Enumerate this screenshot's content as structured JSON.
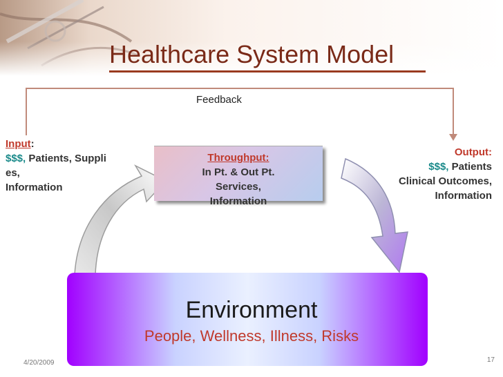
{
  "title": "Healthcare System Model",
  "feedback_label": "Feedback",
  "input": {
    "label": "Input",
    "colon": ":",
    "money": "$$$,",
    "rest_line1": " Patients, Suppli",
    "line2": "es,",
    "line3": "Information"
  },
  "throughput": {
    "label": "Throughput:",
    "line1": "In Pt. & Out Pt.",
    "line2": "Services,",
    "line3": "Information"
  },
  "output": {
    "label": "Output:",
    "money": "$$$,",
    "rest_line1": " Patients",
    "line2": "Clinical Outcomes,",
    "line3": "Information"
  },
  "environment": {
    "title": "Environment",
    "subtitle": "People, Wellness, Illness, Risks"
  },
  "footer": {
    "date": "4/20/2009",
    "page": "17"
  },
  "colors": {
    "title": "#7a2a18",
    "accent_red": "#c0392b",
    "money_teal": "#1a8a8a",
    "env_purple": "#a100ff"
  }
}
